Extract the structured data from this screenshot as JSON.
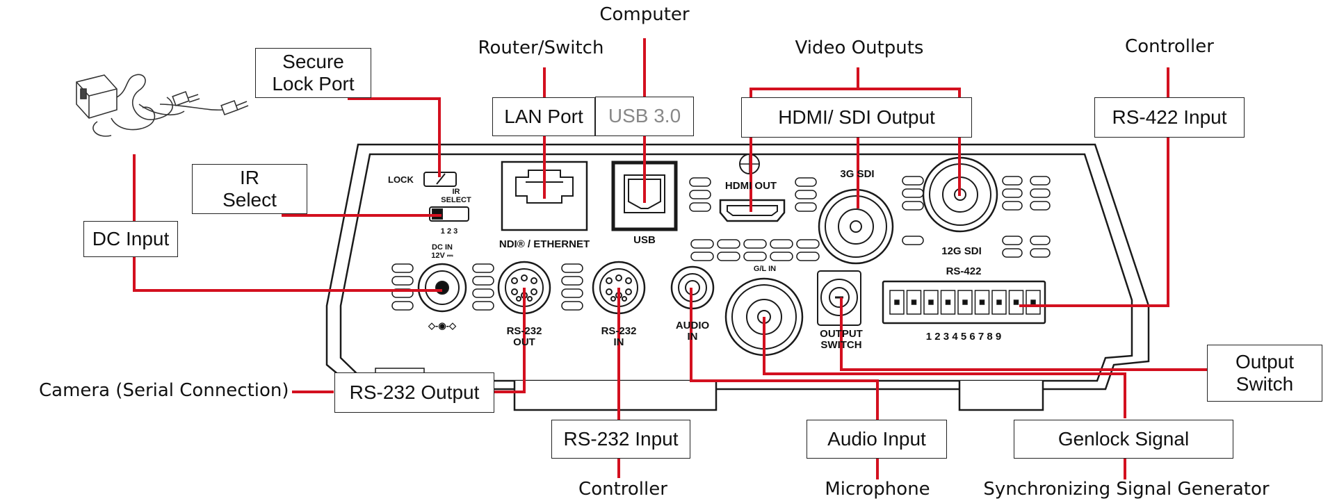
{
  "callouts": {
    "secure_lock_port": "Secure\nLock Port",
    "ir_select": "IR\nSelect",
    "dc_input": "DC Input",
    "lan_port": "LAN Port",
    "usb": "USB 3.0",
    "hdmi_sdi_output": "HDMI/ SDI Output",
    "rs422_input": "RS-422 Input",
    "rs232_output": "RS-232 Output",
    "rs232_input": "RS-232 Input",
    "audio_input": "Audio Input",
    "output_switch": "Output\nSwitch",
    "genlock_signal": "Genlock Signal"
  },
  "devices": {
    "computer": "Computer",
    "router_switch": "Router/Switch",
    "video_outputs": "Video Outputs",
    "controller_top": "Controller",
    "camera_serial": "Camera (Serial Connection)",
    "controller_bottom": "Controller",
    "microphone": "Microphone",
    "sync_generator": "Synchronizing Signal Generator"
  },
  "panel_labels": {
    "lock": "LOCK",
    "ir_select": "IR\nSELECT",
    "ir_positions": "1  2  3",
    "dc_in": "DC  IN\n12V ⎓",
    "polarity": "◇-◉-◇",
    "ndi_ethernet": "NDI® / ETHERNET",
    "usb": "USB",
    "hdmi_out": "HDMI OUT",
    "sdi_3g": "3G SDI",
    "sdi_12g": "12G SDI",
    "gl_in": "G/L IN",
    "rs422": "RS-422",
    "rs422_pins": "1   2   3   4   5   6   7   8   9",
    "rs232_out": "RS-232\nOUT",
    "rs232_in": "RS-232\nIN",
    "audio_in": "AUDIO\nIN",
    "output_switch": "OUTPUT\nSWITCH"
  },
  "colors": {
    "callout_line": "#d3101f",
    "outline": "#1a1a1a",
    "panel_fill": "#ffffff",
    "grey_text": "#888888"
  },
  "icons": [
    "power-adapter-icon"
  ]
}
